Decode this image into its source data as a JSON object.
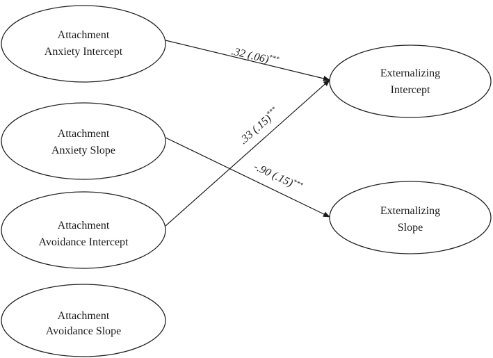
{
  "nodes": {
    "anxiety_intercept": {
      "line1": "Attachment",
      "line2": "Anxiety Intercept"
    },
    "anxiety_slope": {
      "line1": "Attachment",
      "line2": "Anxiety Slope"
    },
    "avoidance_intercept": {
      "line1": "Attachment",
      "line2": "Avoidance Intercept"
    },
    "avoidance_slope": {
      "line1": "Attachment",
      "line2": "Avoidance Slope"
    },
    "externalizing_intercept": {
      "line1": "Externalizing",
      "line2": "Intercept"
    },
    "externalizing_slope": {
      "line1": "Externalizing",
      "line2": "Slope"
    }
  },
  "paths": {
    "anxint_to_extint": {
      "estimate": ".32 (.06)",
      "sig": "***"
    },
    "avoidint_to_extint": {
      "estimate": ".33 (.15)",
      "sig": "***"
    },
    "anxslope_to_extslope": {
      "estimate": "-.90 (.15)",
      "sig": "***"
    }
  },
  "colors": {
    "stroke": "#222222",
    "text": "#1a1a1a",
    "background": "#ffffff"
  }
}
